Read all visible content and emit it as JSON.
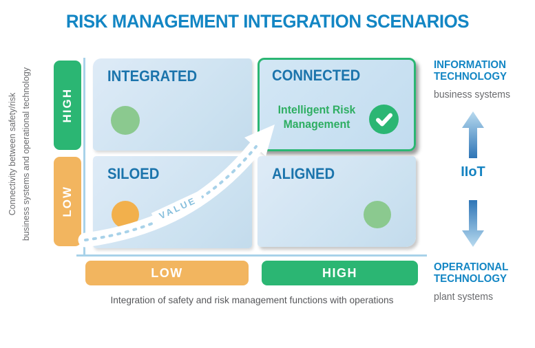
{
  "title": "RISK MANAGEMENT INTEGRATION SCENARIOS",
  "matrix": {
    "quadrants": {
      "integrated": {
        "label": "INTEGRATED"
      },
      "connected": {
        "label": "CONNECTED",
        "sublabel": "Intelligent Risk Management"
      },
      "siloed": {
        "label": "SILOED"
      },
      "aligned": {
        "label": "ALIGNED"
      }
    }
  },
  "y_axis": {
    "label_line1": "Connectivity between safety/risk",
    "label_line2": "business systems and operational technology",
    "high": "HIGH",
    "low": "LOW"
  },
  "x_axis": {
    "low": "LOW",
    "high": "HIGH",
    "caption": "Integration of safety and risk management functions with operations"
  },
  "value_arrow": {
    "label": "VALUE"
  },
  "right_panel": {
    "it_title": "INFORMATION TECHNOLOGY",
    "it_subtitle": "business systems",
    "iiot": "IIoT",
    "ot_title": "OPERATIONAL TECHNOLOGY",
    "ot_subtitle": "plant systems"
  },
  "colors": {
    "accent_blue": "#1386C4",
    "header_blue": "#1B74AC",
    "green": "#2BB673",
    "soft_green": "#8BC98F",
    "orange": "#F2B04C",
    "soft_orange": "#F2B55F",
    "irm_green": "#2EAE62",
    "gray_text": "#6A6B6E",
    "axis_blue": "#A8D2E9"
  }
}
